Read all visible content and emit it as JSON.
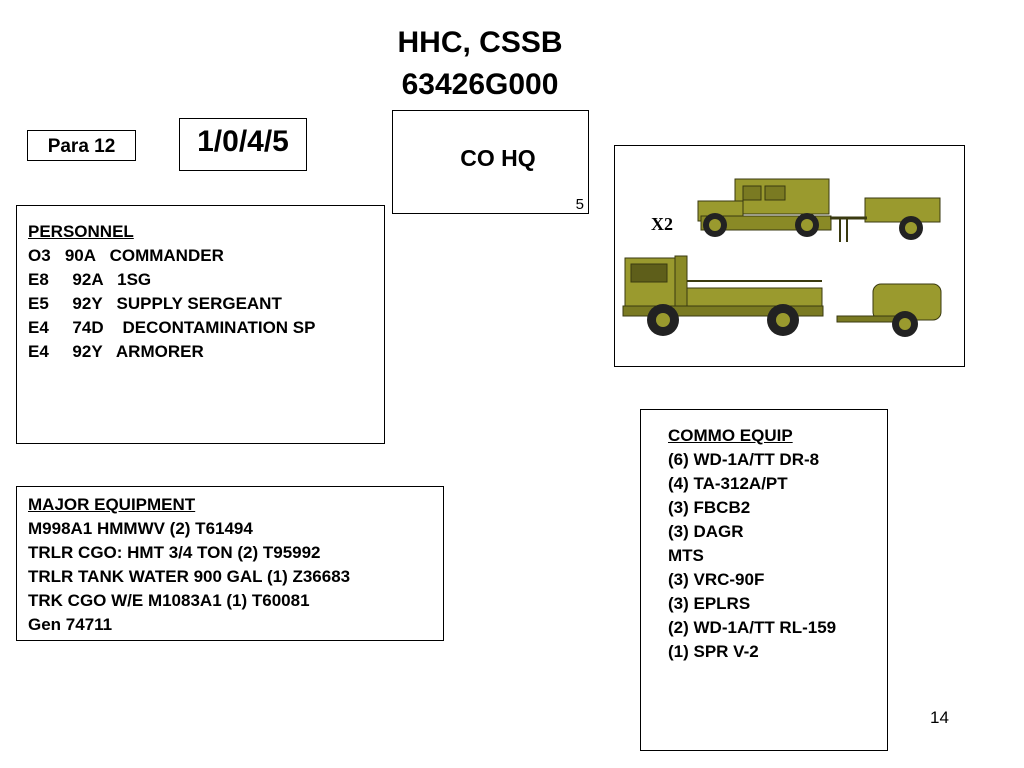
{
  "title": {
    "unit": "HHC, CSSB",
    "uic": "63426G000"
  },
  "para_label": "Para 12",
  "strength": "1/0/4/5",
  "co_hq": {
    "label": "CO HQ",
    "count": "5"
  },
  "vehicle_panel": {
    "multiplier": "X2",
    "colors": {
      "olive": "#9a9a2e",
      "olive_dark": "#5e5e1a"
    }
  },
  "personnel": {
    "heading": "PERSONNEL",
    "rows": [
      "O3   90A   COMMANDER",
      "E8     92A   1SG",
      "E5     92Y   SUPPLY SERGEANT",
      "E4     74D    DECONTAMINATION SP",
      "E4     92Y   ARMORER"
    ]
  },
  "major_equipment": {
    "heading": "MAJOR EQUIPMENT",
    "rows": [
      "M998A1 HMMWV (2) T61494",
      "TRLR CGO: HMT 3/4 TON (2) T95992",
      "TRLR TANK WATER 900 GAL (1) Z36683",
      "TRK CGO W/E M1083A1 (1) T60081",
      "Gen 74711"
    ]
  },
  "commo_equip": {
    "heading": "COMMO EQUIP",
    "rows": [
      "(6) WD-1A/TT DR-8",
      "(4) TA-312A/PT",
      "(3) FBCB2",
      "(3) DAGR",
      "MTS",
      "(3) VRC-90F",
      "(3) EPLRS",
      "(2) WD-1A/TT RL-159",
      "(1) SPR V-2"
    ]
  },
  "page_number": "14"
}
